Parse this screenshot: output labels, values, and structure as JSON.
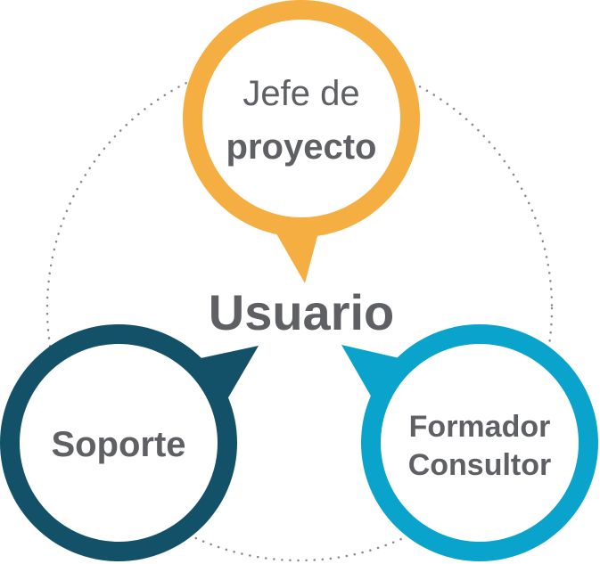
{
  "center_label": "Usuario",
  "roles": {
    "top": {
      "line1": "Jefe de",
      "line2": "proyecto",
      "color": "#f5ae41"
    },
    "left": {
      "line1": "Soporte",
      "color": "#135168"
    },
    "right": {
      "line1": "Formador",
      "line2": "Consultor",
      "color": "#0aa3cc"
    }
  },
  "text_color": "#5f6064",
  "ring_color": "#888888"
}
